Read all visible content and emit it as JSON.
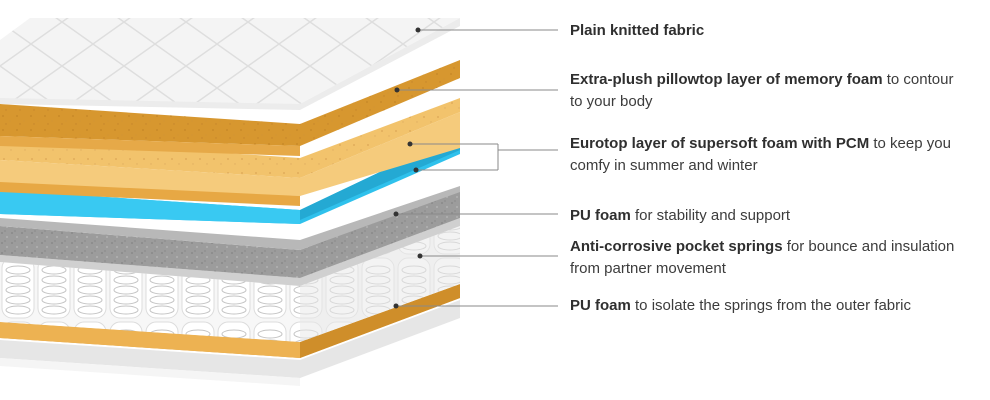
{
  "colors": {
    "knit_top": "#f3f3f3",
    "memory_foam_top": "#d79a33",
    "memory_foam_side": "#e9ad4a",
    "eurotop_top": "#f1c36c",
    "eurotop_side": "#e8ae4c",
    "pcm_gel": "#33c4ee",
    "pu_foam_top": "#9a9a9a",
    "pu_foam_side": "#bcbcbc",
    "springs": "#f4f4f4",
    "leader_line": "#8a8a8a"
  },
  "layers": [
    {
      "bold": "Plain knitted fabric",
      "text": ""
    },
    {
      "bold": "Extra-plush pillowtop layer of memory foam",
      "text": " to contour to your body"
    },
    {
      "bold": "Eurotop layer of supersoft foam with PCM",
      "text": " to keep you comfy in summer and winter"
    },
    {
      "bold": "PU foam",
      "text": " for stability and support"
    },
    {
      "bold": "Anti-corrosive pocket springs",
      "text": " for bounce and insulation from partner movement"
    },
    {
      "bold": "PU foam",
      "text": " to isolate the springs from the outer fabric"
    }
  ]
}
